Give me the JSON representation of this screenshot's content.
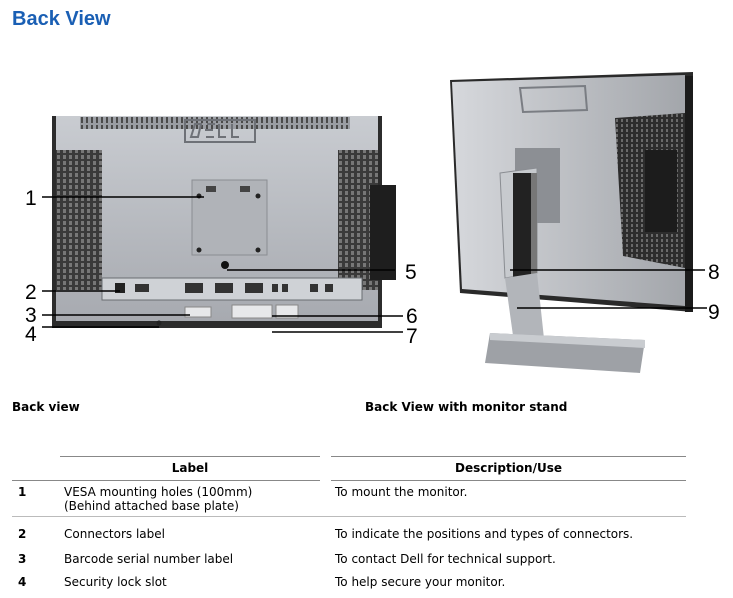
{
  "page": {
    "title": "Back View"
  },
  "figures": {
    "left": {
      "caption": "Back view",
      "callouts": [
        "1",
        "2",
        "3",
        "4",
        "5",
        "6",
        "7"
      ]
    },
    "right": {
      "caption": "Back View with monitor stand",
      "callouts": [
        "8",
        "9"
      ]
    }
  },
  "table": {
    "headers": {
      "label": "Label",
      "description": "Description/Use"
    },
    "rows": [
      {
        "num": "1",
        "label_line1": "VESA mounting holes (100mm)",
        "label_line2": "(Behind attached base plate)",
        "description": "To mount the monitor."
      },
      {
        "num": "2",
        "label_line1": "Connectors label",
        "label_line2": "",
        "description": "To indicate the positions and types of connectors."
      },
      {
        "num": "3",
        "label_line1": "Barcode serial number label",
        "label_line2": "",
        "description": "To contact Dell for technical support."
      },
      {
        "num": "4",
        "label_line1": "Security lock slot",
        "label_line2": "",
        "description": "To help secure your monitor."
      }
    ]
  },
  "colors": {
    "title": "#1a5fb4",
    "monitor_body": "#b9bcc1",
    "monitor_dark": "#2a2a2a"
  }
}
